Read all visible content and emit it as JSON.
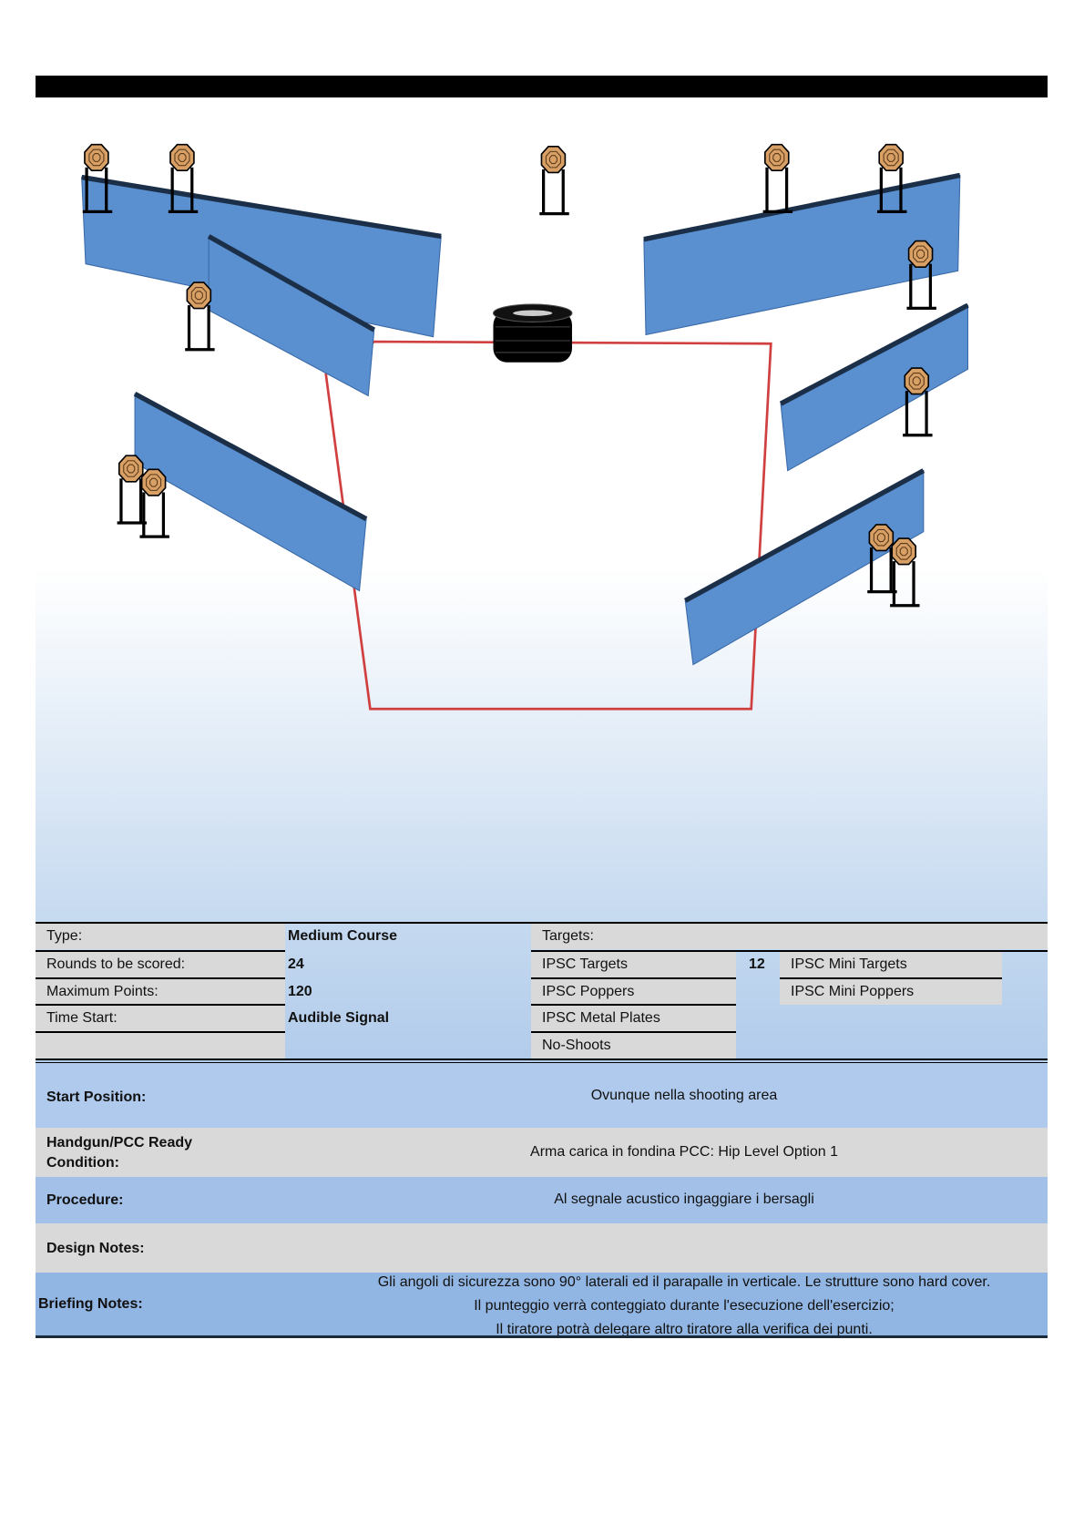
{
  "info_table": {
    "type_label": "Type:",
    "type_value": "Medium Course",
    "rounds_label": "Rounds to be scored:",
    "rounds_value": "24",
    "max_points_label": "Maximum Points:",
    "max_points_value": "120",
    "time_start_label": "Time Start:",
    "time_start_value": "Audible Signal",
    "targets_label": "Targets:",
    "target_types": [
      {
        "label": "IPSC Targets",
        "count": "12"
      },
      {
        "label": "IPSC Poppers"
      },
      {
        "label": "IPSC Metal Plates"
      },
      {
        "label": "No-Shoots"
      }
    ],
    "mini_types": [
      {
        "label": "IPSC Mini Targets"
      },
      {
        "label": "IPSC Mini Poppers"
      }
    ]
  },
  "details": {
    "start_position_label": "Start Position:",
    "start_position_value": "Ovunque nella shooting area",
    "ready_label_1": "Handgun/PCC Ready",
    "ready_label_2": "Condition:",
    "ready_value": "Arma carica in fondina PCC: Hip Level Option 1",
    "procedure_label": "Procedure:",
    "procedure_value": "Al segnale acustico ingaggiare i bersagli",
    "design_notes_label": "Design Notes:",
    "briefing_label": "Briefing Notes:",
    "briefing_lines": [
      "Gli angoli di sicurezza sono 90° laterali ed il parapalle in verticale. Le strutture sono hard cover.",
      "Il punteggio verrà conteggiato durante l'esecuzione dell'esercizio;",
      "Il tiratore potrà delegare altro tiratore alla verifica dei punti."
    ]
  },
  "colors": {
    "wall": "#5a8fd0",
    "fault_line": "#d04040",
    "target": "#d9a066"
  }
}
